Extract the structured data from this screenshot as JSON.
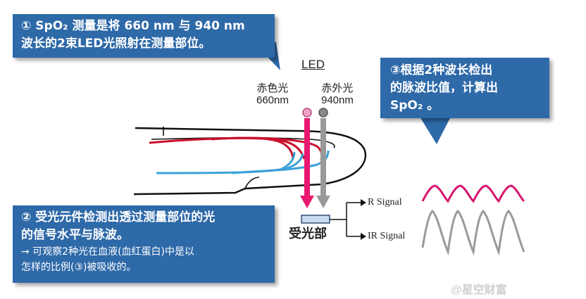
{
  "callout1": {
    "line1": "① SpO₂ 测量是将 660 nm 与 940 nm",
    "line2": "波长的2束LED光照射在测量部位。"
  },
  "callout2": {
    "line1": "② 受光元件检测出透过测量部位的光",
    "line2": "的信号水平与脉波。",
    "line3": "→ 可观察2种光在血液(血红蛋白)中是以",
    "line4": "怎样的比例(③)被吸收的。"
  },
  "callout3": {
    "line1": "③根据2种波长检出",
    "line2": "的脉波比值，计算出",
    "line3": "SpO₂ 。"
  },
  "diagram": {
    "led": "LED",
    "red_name": "赤色光",
    "red_wavelength": "660nm",
    "ir_name": "赤外光",
    "ir_wavelength": "940nm",
    "receiver": "受光部",
    "r_signal": "R Signal",
    "ir_signal": "IR Signal"
  },
  "colors": {
    "callout_bg": "#2e69a8",
    "red_light": "#e8176f",
    "ir_light": "#999999",
    "artery": "#c8102e",
    "vein": "#3aa0d8",
    "r_wave": "#d6186e",
    "ir_wave": "#999999"
  },
  "watermark": "@星空财富"
}
